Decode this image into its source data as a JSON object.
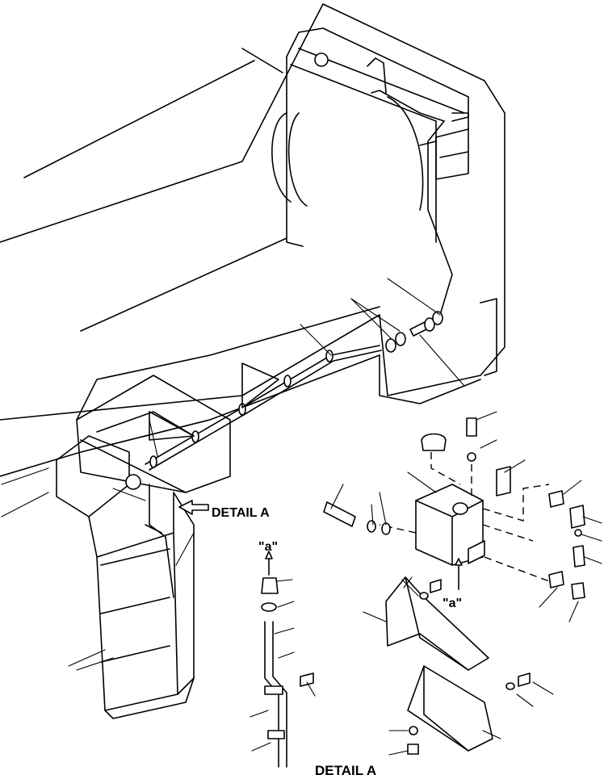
{
  "labels": {
    "detail_callout": "DETAIL A",
    "detail_title": "DETAIL A",
    "view_marker_top": "\"a\"",
    "view_marker_right": "\"a\""
  }
}
